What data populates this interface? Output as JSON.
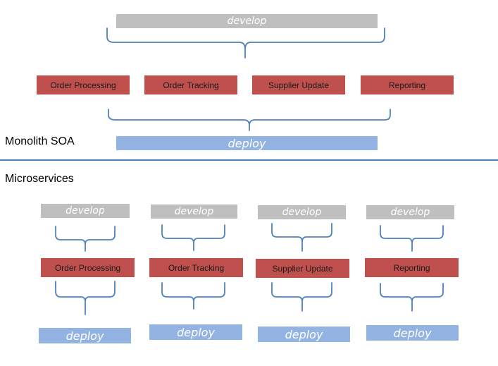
{
  "monolith": {
    "label": "Monolith SOA",
    "develop_label": "develop",
    "deploy_label": "deploy",
    "services": [
      "Order Processing",
      "Order Tracking",
      "Supplier Update",
      "Reporting"
    ]
  },
  "microservices": {
    "label": "Microservices",
    "columns": [
      {
        "develop": "develop",
        "service": "Order Processing",
        "deploy": "deploy"
      },
      {
        "develop": "develop",
        "service": "Order Tracking",
        "deploy": "deploy"
      },
      {
        "develop": "develop",
        "service": "Supplier Update",
        "deploy": "deploy"
      },
      {
        "develop": "develop",
        "service": "Reporting",
        "deploy": "deploy"
      }
    ]
  },
  "colors": {
    "develop_bar": "#bfbfbf",
    "deploy_bar": "#93b3e3",
    "service_box": "#c0504d",
    "brace": "#4f81bd"
  }
}
